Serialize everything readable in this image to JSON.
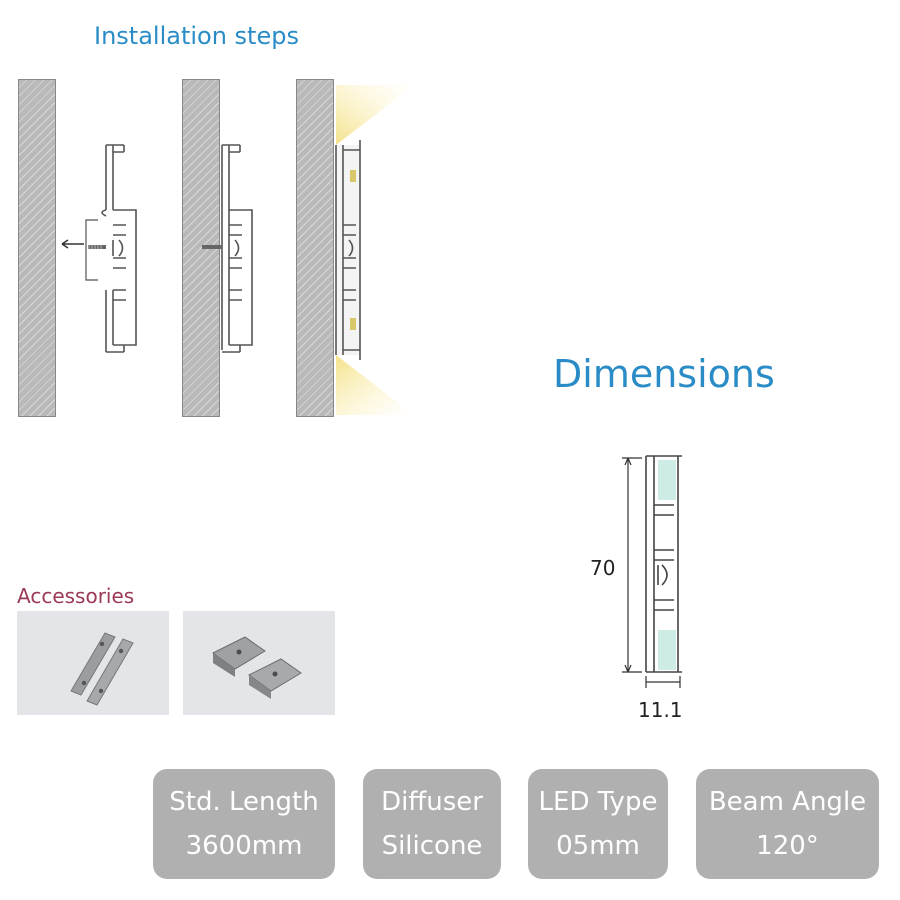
{
  "installation": {
    "title": "Installation steps"
  },
  "dimensions": {
    "title": "Dimensions",
    "height": "70",
    "width": "11.1"
  },
  "accessories": {
    "title": "Accessories"
  },
  "specs": [
    {
      "label": "Std. Length",
      "value": "3600mm"
    },
    {
      "label": "Diffuser",
      "value": "Silicone"
    },
    {
      "label": "LED Type",
      "value": "05mm"
    },
    {
      "label": "Beam Angle",
      "value": "120°"
    }
  ],
  "colors": {
    "accent_blue": "#2a8cc7",
    "accent_maroon": "#9c3a55",
    "badge_grey": "#b0b0b0",
    "wall_grey": "#b9b9b9",
    "light_yellow": "#f7eaa8"
  },
  "icons": [
    "wall-section",
    "aluminium-profile",
    "screw-icon",
    "arrow-left-icon",
    "light-beam",
    "mounting-clip-photo"
  ]
}
